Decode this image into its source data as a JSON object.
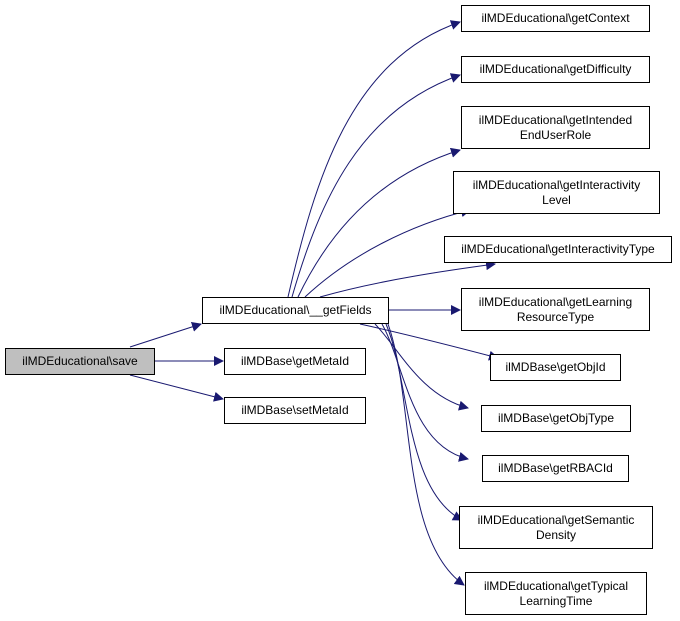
{
  "colors": {
    "edge": "#191970",
    "root_fill": "#bfbfbf",
    "node_fill": "#ffffff",
    "border": "#000000"
  },
  "nodes": {
    "save": {
      "lines": [
        "ilMDEducational\\save"
      ]
    },
    "getFields": {
      "lines": [
        "ilMDEducational\\__getFields"
      ]
    },
    "getMetaId": {
      "lines": [
        "ilMDBase\\getMetaId"
      ]
    },
    "setMetaId": {
      "lines": [
        "ilMDBase\\setMetaId"
      ]
    },
    "getContext": {
      "lines": [
        "ilMDEducational\\getContext"
      ]
    },
    "getDifficulty": {
      "lines": [
        "ilMDEducational\\getDifficulty"
      ]
    },
    "getIntendedEndUserRole": {
      "lines": [
        "ilMDEducational\\getIntended",
        "EndUserRole"
      ]
    },
    "getInteractivityLevel": {
      "lines": [
        "ilMDEducational\\getInteractivity",
        "Level"
      ]
    },
    "getInteractivityType": {
      "lines": [
        "ilMDEducational\\getInteractivityType"
      ]
    },
    "getLearningResourceType": {
      "lines": [
        "ilMDEducational\\getLearning",
        "ResourceType"
      ]
    },
    "getObjId": {
      "lines": [
        "ilMDBase\\getObjId"
      ]
    },
    "getObjType": {
      "lines": [
        "ilMDBase\\getObjType"
      ]
    },
    "getRBACId": {
      "lines": [
        "ilMDBase\\getRBACId"
      ]
    },
    "getSemanticDensity": {
      "lines": [
        "ilMDEducational\\getSemantic",
        "Density"
      ]
    },
    "getTypicalLearningTime": {
      "lines": [
        "ilMDEducational\\getTypical",
        "LearningTime"
      ]
    }
  }
}
